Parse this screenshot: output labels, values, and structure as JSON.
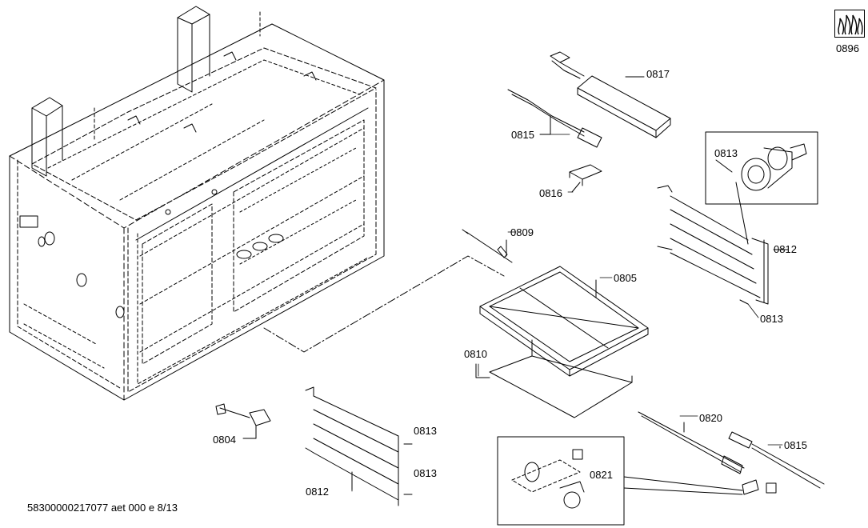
{
  "symbol": {
    "icon": "gas-flame-icon",
    "code": "0896"
  },
  "parts": {
    "p0817": "0817",
    "p0815_top": "0815",
    "p0816": "0816",
    "p0813_inset": "0813",
    "p0809": "0809",
    "p0805": "0805",
    "p0812_right": "0812",
    "p0813_right": "0813",
    "p0810": "0810",
    "p0820": "0820",
    "p0815_bottom": "0815",
    "p0804": "0804",
    "p0813_bottom_a": "0813",
    "p0813_bottom_b": "0813",
    "p0812_bottom": "0812",
    "p0821": "0821"
  },
  "footer": {
    "document_ref": "58300000217077 aet 000 e 8/13"
  }
}
